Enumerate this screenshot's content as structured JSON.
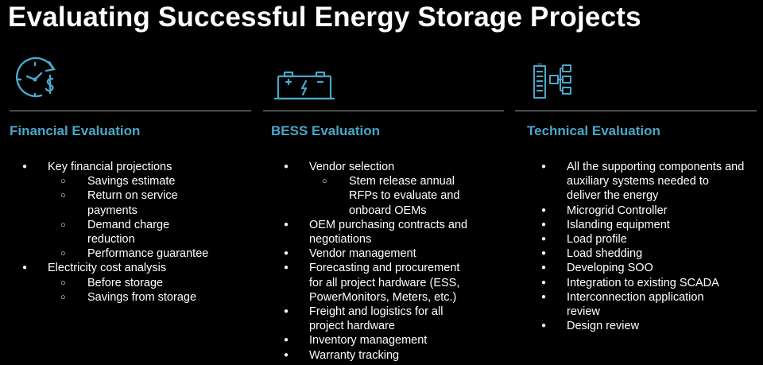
{
  "page": {
    "title": "Evaluating Successful Energy Storage Projects"
  },
  "colors": {
    "accent": "#4aa6c9",
    "background": "#000000",
    "text": "#ffffff",
    "rule": "#9aa0a6"
  },
  "columns": [
    {
      "icon": "clock-dollar-icon",
      "title": "Financial Evaluation",
      "items": [
        {
          "text": "Key financial projections",
          "sub": [
            "Savings estimate",
            "Return on service payments",
            "Demand charge reduction",
            "Performance guarantee"
          ]
        },
        {
          "text": "Electricity cost analysis",
          "sub": [
            "Before storage",
            "Savings from storage"
          ]
        }
      ]
    },
    {
      "icon": "battery-icon",
      "title": "BESS Evaluation",
      "items": [
        {
          "text": "Vendor selection",
          "sub": [
            "Stem release annual RFPs to evaluate and onboard OEMs"
          ]
        },
        {
          "text": "OEM purchasing contracts and negotiations"
        },
        {
          "text": "Vendor management"
        },
        {
          "text": "Forecasting and procurement for all project hardware (ESS, PowerMonitors, Meters, etc.)"
        },
        {
          "text": "Freight and logistics for all project hardware"
        },
        {
          "text": "Inventory management"
        },
        {
          "text": "Warranty tracking"
        }
      ]
    },
    {
      "icon": "system-hierarchy-icon",
      "title": "Technical Evaluation",
      "items": [
        {
          "text": "All the supporting components and auxiliary systems needed to deliver the energy"
        },
        {
          "text": "Microgrid Controller"
        },
        {
          "text": "Islanding equipment"
        },
        {
          "text": "Load profile"
        },
        {
          "text": "Load shedding"
        },
        {
          "text": "Developing SOO"
        },
        {
          "text": "Integration to existing SCADA"
        },
        {
          "text": "Interconnection application review"
        },
        {
          "text": "Design review"
        }
      ]
    }
  ]
}
